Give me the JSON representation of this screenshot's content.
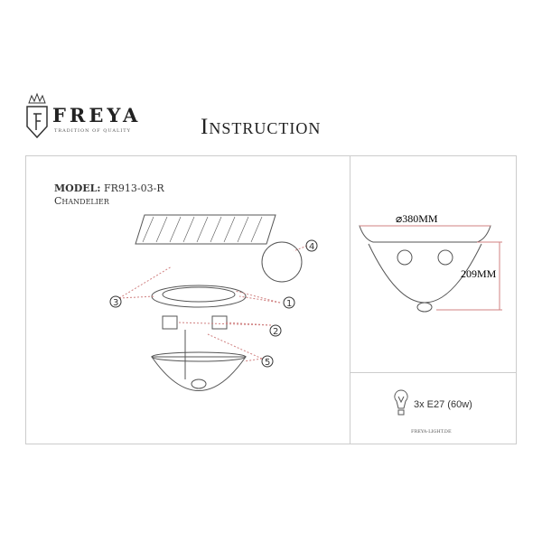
{
  "brand": {
    "name": "FREYA",
    "tagline": "TRADITION OF QUALITY"
  },
  "title": "Instruction",
  "model": {
    "label": "MODEL:",
    "value": "FR913-03-R",
    "type": "Chandelier"
  },
  "dimensions": {
    "diameter": "⌀380MM",
    "height": "209MM"
  },
  "callouts": [
    "1",
    "2",
    "3",
    "4",
    "5"
  ],
  "bulb": {
    "icon": "lightbulb-icon",
    "spec": "3x E27 (60w)"
  },
  "website": "FREYA-LIGHT.DE",
  "colors": {
    "dimension_line": "#d08080",
    "border": "#cccccc"
  }
}
